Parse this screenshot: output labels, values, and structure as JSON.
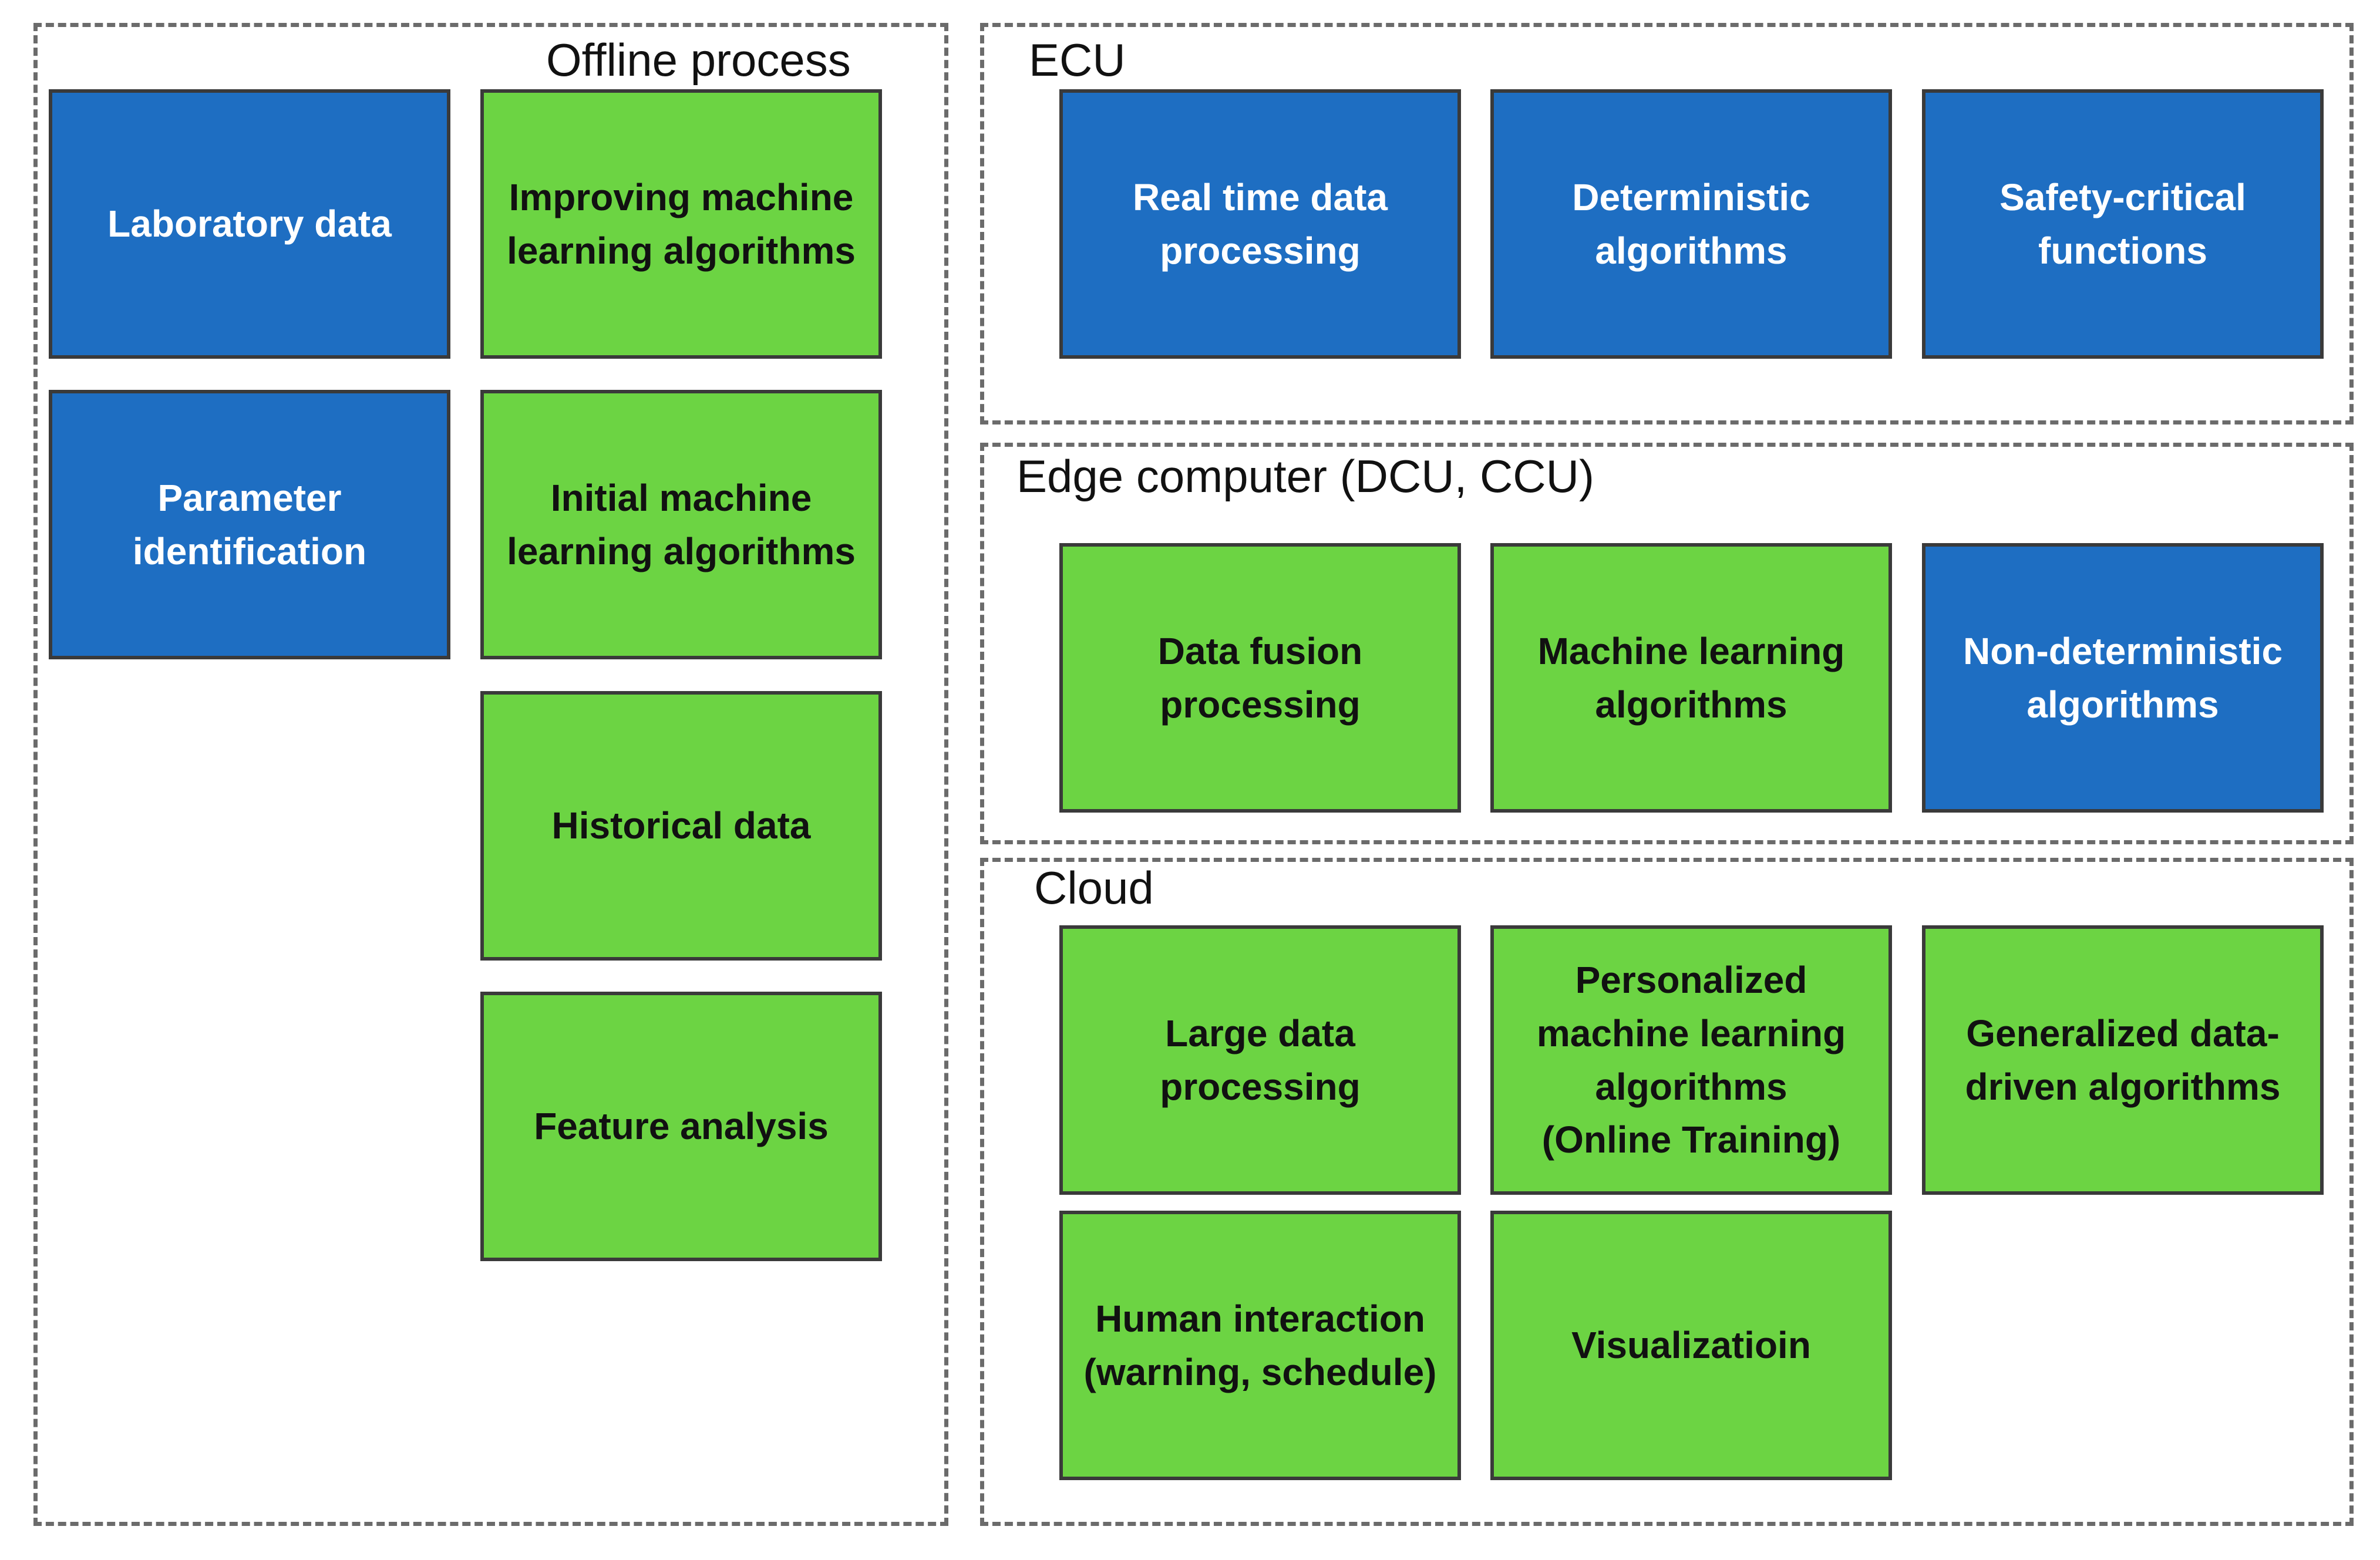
{
  "colors": {
    "blue_box": "#1e6ec2",
    "green_box": "#6cd443",
    "dashed_border": "#6b6b6b"
  },
  "groups": {
    "offline": {
      "title": "Offline process",
      "boxes": [
        {
          "label": "Laboratory  data",
          "color": "blue"
        },
        {
          "label": "Improving machine\nlearning algorithms",
          "color": "green"
        },
        {
          "label": "Parameter\nidentification",
          "color": "blue"
        },
        {
          "label": "Initial machine\nlearning algorithms",
          "color": "green"
        },
        {
          "label": "Historical data",
          "color": "green"
        },
        {
          "label": "Feature analysis",
          "color": "green"
        }
      ]
    },
    "ecu": {
      "title": "ECU",
      "boxes": [
        {
          "label": "Real time data\nprocessing",
          "color": "blue"
        },
        {
          "label": "Deterministic\nalgorithms",
          "color": "blue"
        },
        {
          "label": "Safety-critical\nfunctions",
          "color": "blue"
        }
      ]
    },
    "edge": {
      "title": "Edge computer (DCU, CCU)",
      "boxes": [
        {
          "label": "Data fusion\nprocessing",
          "color": "green"
        },
        {
          "label": "Machine learning\nalgorithms",
          "color": "green"
        },
        {
          "label": "Non-deterministic\nalgorithms",
          "color": "blue"
        }
      ]
    },
    "cloud": {
      "title": "Cloud",
      "boxes": [
        {
          "label": "Large data\nprocessing",
          "color": "green"
        },
        {
          "label": "Personalized\nmachine learning\nalgorithms\n(Online Training)",
          "color": "green"
        },
        {
          "label": "Generalized data-\ndriven algorithms",
          "color": "green"
        },
        {
          "label": "Human interaction\n(warning, schedule)",
          "color": "green"
        },
        {
          "label": "Visualizatioin",
          "color": "green"
        }
      ]
    }
  }
}
